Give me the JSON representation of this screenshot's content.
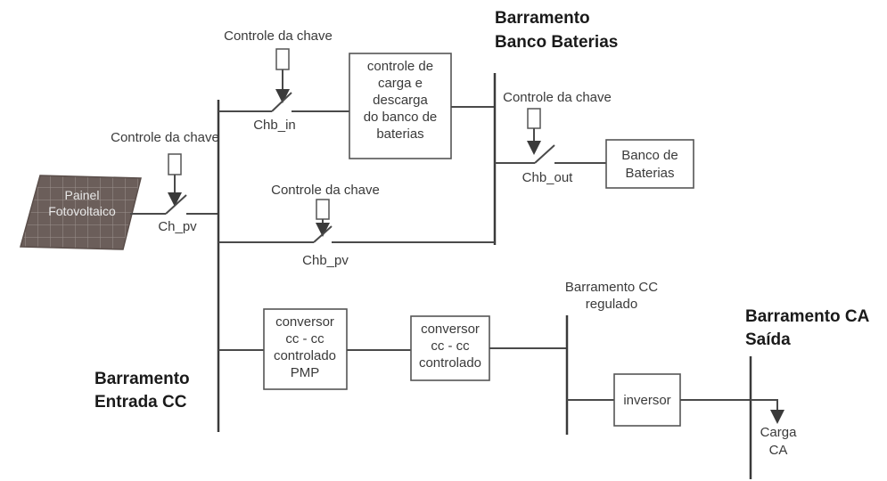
{
  "panel": {
    "line1": "Painel",
    "line2": "Fotovoltaico"
  },
  "buses": {
    "entrada": {
      "line1": "Barramento",
      "line2": "Entrada CC"
    },
    "baterias": {
      "line1": "Barramento",
      "line2": "Banco Baterias"
    },
    "cc_regulado": {
      "line1": "Barramento CC",
      "line2": "regulado"
    },
    "ca": {
      "line1": "Barramento CA",
      "line2": "Saída"
    }
  },
  "switches": {
    "ch_pv": {
      "control": "Controle da chave",
      "label": "Ch_pv"
    },
    "chb_in": {
      "control": "Controle da chave",
      "label": "Chb_in"
    },
    "chb_pv": {
      "control": "Controle da chave",
      "label": "Chb_pv"
    },
    "chb_out": {
      "control": "Controle da chave",
      "label": "Chb_out"
    }
  },
  "blocks": {
    "controle": [
      "controle de",
      "carga e",
      "descarga",
      "do banco de",
      "baterias"
    ],
    "banco": [
      "Banco de",
      "Baterias"
    ],
    "conv_pmp": [
      "conversor",
      "cc - cc",
      "controlado",
      "PMP"
    ],
    "conv": [
      "conversor",
      "cc - cc",
      "controlado"
    ],
    "inversor": [
      "inversor"
    ]
  },
  "load": {
    "line1": "Carga",
    "line2": "CA"
  },
  "colors": {
    "panel": "#6b5e5a",
    "line": "#4a4a4a"
  }
}
